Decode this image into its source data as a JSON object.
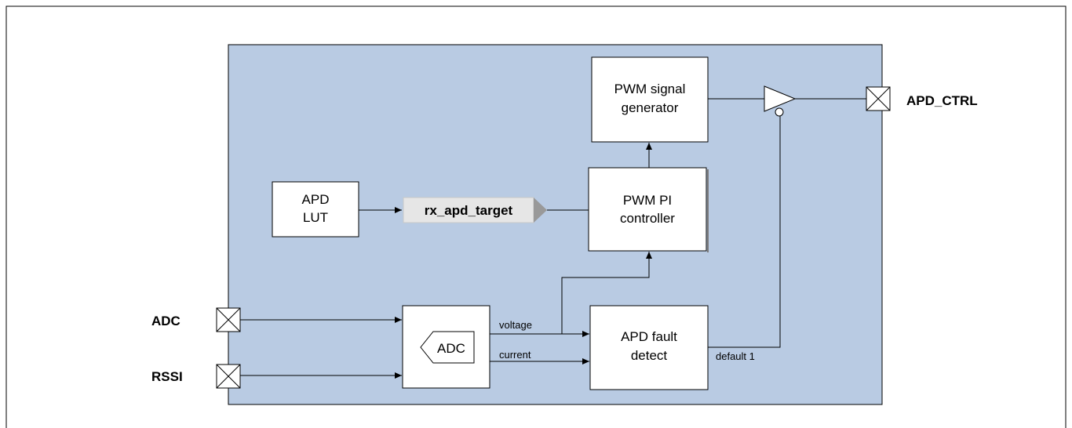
{
  "blocks": {
    "apd_lut": [
      "APD",
      "LUT"
    ],
    "rx_apd_target": "rx_apd_target",
    "pwm_pi": [
      "PWM PI",
      "controller"
    ],
    "pwm_gen": [
      "PWM signal",
      "generator"
    ],
    "adc_block": "ADC",
    "fault_detect": [
      "APD fault",
      "detect"
    ]
  },
  "pins": {
    "apd_ctrl": "APD_CTRL",
    "adc": "ADC",
    "rssi": "RSSI"
  },
  "signals": {
    "voltage": "voltage",
    "current": "current",
    "default_1": "default 1"
  },
  "colors": {
    "core_fill": "#b9cbe3",
    "block_fill": "#ffffff",
    "tag_fill": "#e6e6e6",
    "tag_arrow": "#999999"
  },
  "icons": {
    "pin": "pad-x-icon",
    "buffer": "tristate-buffer-icon"
  }
}
